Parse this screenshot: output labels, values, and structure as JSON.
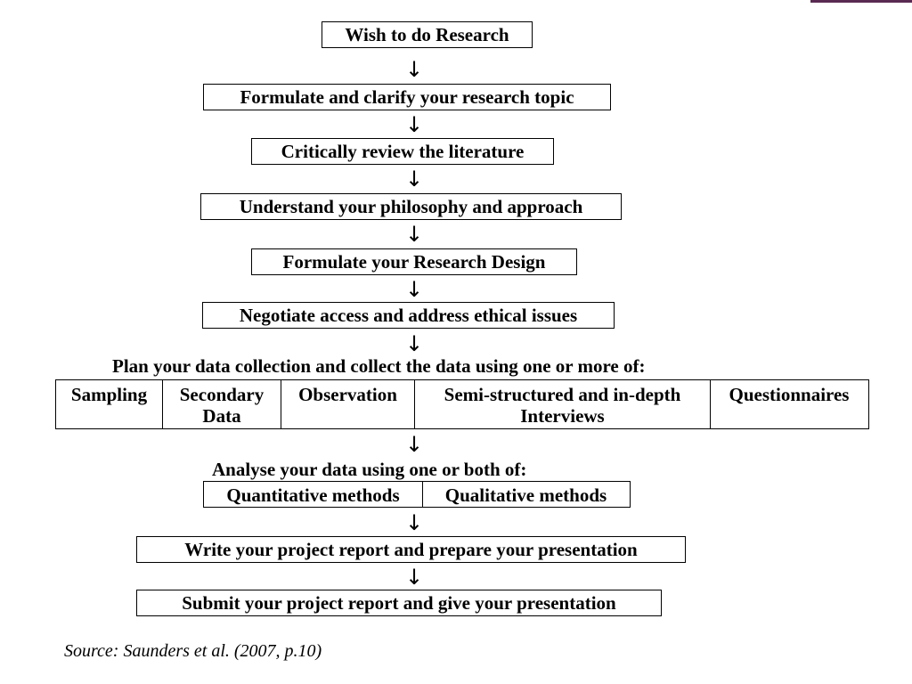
{
  "steps": {
    "wish": "Wish to do Research",
    "formulate": "Formulate and clarify your research topic",
    "review": "Critically review the literature",
    "understand": "Understand your philosophy and approach",
    "design": "Formulate your Research Design",
    "negotiate": "Negotiate access and address ethical issues",
    "collect_heading": "Plan your data collection and collect the data using one or more of:",
    "collect_options": [
      "Sampling",
      "Secondary Data",
      "Observation",
      "Semi-structured and in-depth Interviews",
      "Questionnaires"
    ],
    "analyse_heading": "Analyse your data using one or both of:",
    "analyse_options": [
      "Quantitative methods",
      "Qualitative methods"
    ],
    "write": "Write your project report and prepare your presentation",
    "submit": "Submit your project report and give your presentation"
  },
  "arrow_glyph": "↓",
  "source": "Source: Saunders et al. (2007, p.10)"
}
